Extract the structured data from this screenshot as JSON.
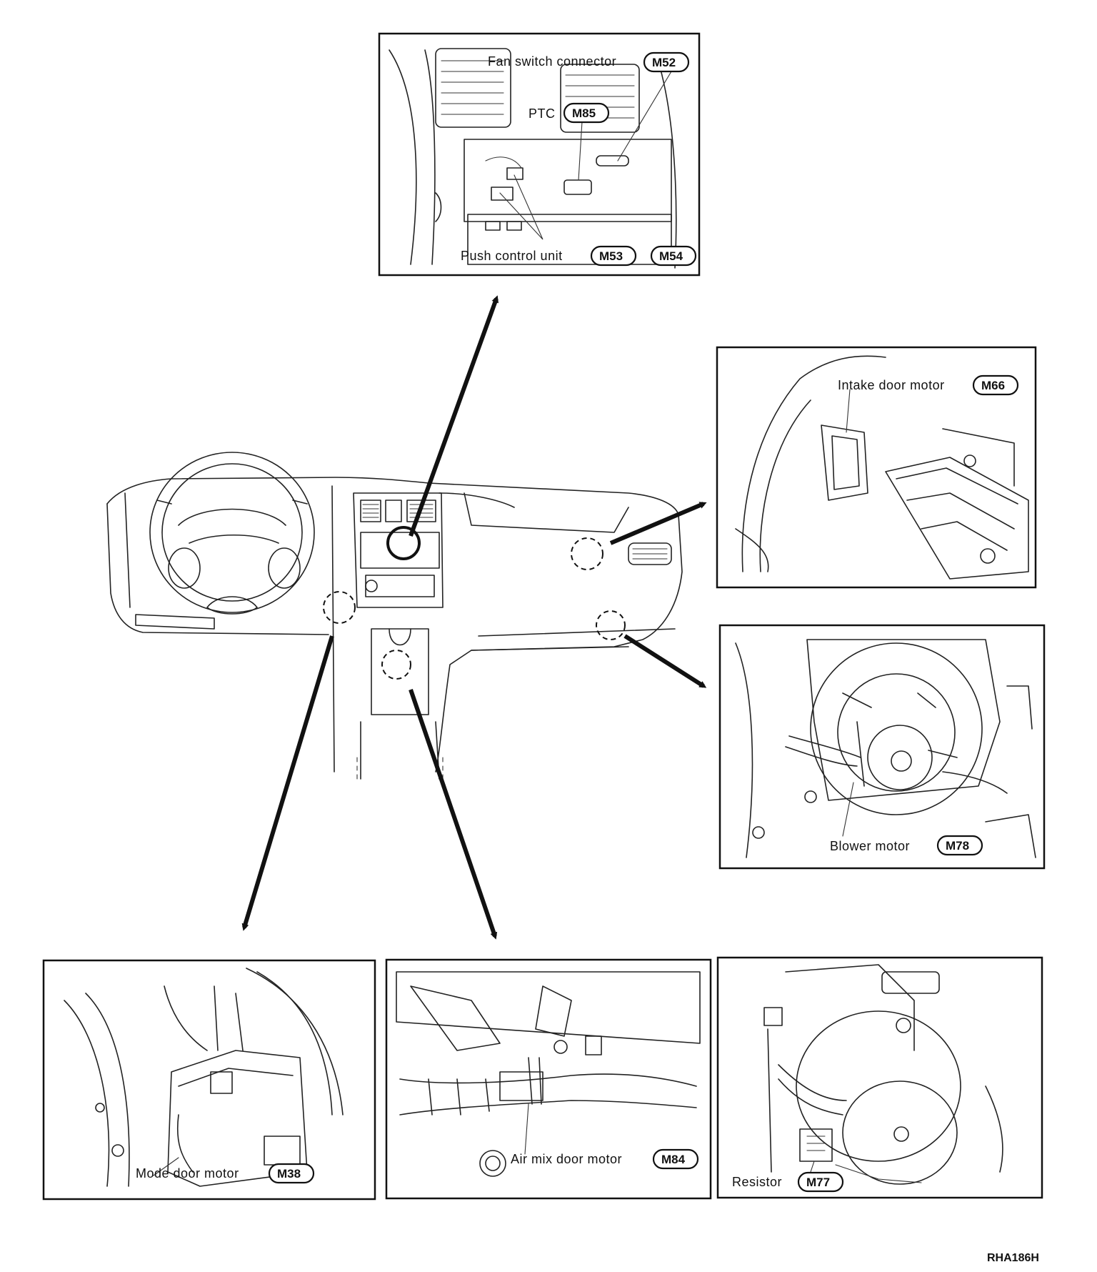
{
  "panels": {
    "center_console": {
      "fan_switch_connector": {
        "label": "Fan switch connector",
        "code": "M52"
      },
      "ptc": {
        "label": "PTC",
        "code": "M85"
      },
      "push_control_unit": {
        "label": "Push control unit",
        "code": "M53"
      },
      "extra_connector": {
        "code": "M54"
      }
    },
    "intake": {
      "label": "Intake door motor",
      "code": "M66"
    },
    "blower": {
      "label": "Blower motor",
      "code": "M78"
    },
    "mode": {
      "label": "Mode door motor",
      "code": "M38"
    },
    "air_mix": {
      "label": "Air mix door motor",
      "code": "M84"
    },
    "resistor": {
      "label": "Resistor",
      "code": "M77"
    }
  },
  "reference_id": "RHA186H"
}
